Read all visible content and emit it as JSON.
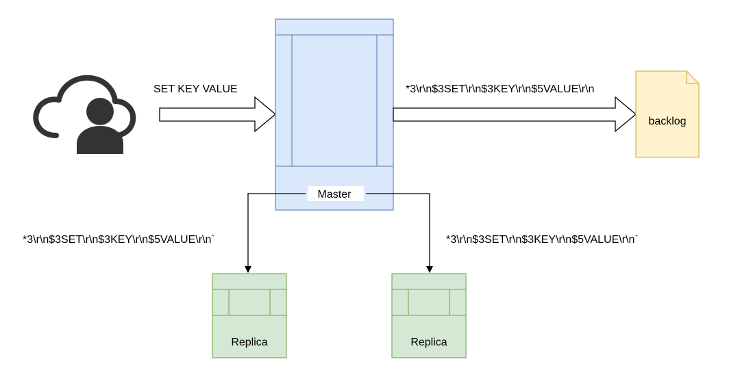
{
  "nodes": {
    "master": {
      "label": "Master",
      "fill": "#dae8fc",
      "stroke": "#6c8ebf"
    },
    "backlog": {
      "label": "backlog",
      "fill": "#fff2cc",
      "stroke": "#d6b656"
    },
    "replica_left": {
      "label": "Replica",
      "fill": "#d5e8d4",
      "stroke": "#82b366"
    },
    "replica_right": {
      "label": "Replica",
      "fill": "#d5e8d4",
      "stroke": "#82b366"
    },
    "client": {
      "icon": "cloud-user-icon",
      "color": "#333333"
    }
  },
  "edges": {
    "client_to_master": {
      "label": "SET KEY VALUE"
    },
    "master_to_backlog": {
      "label": "*3\\r\\n$3SET\\r\\n$3KEY\\r\\n$5VALUE\\r\\n"
    },
    "master_to_replica_left": {
      "label": "*3\\r\\n$3SET\\r\\n$3KEY\\r\\n$5VALUE\\r\\n`"
    },
    "master_to_replica_right": {
      "label": "*3\\r\\n$3SET\\r\\n$3KEY\\r\\n$5VALUE\\r\\n`"
    }
  }
}
